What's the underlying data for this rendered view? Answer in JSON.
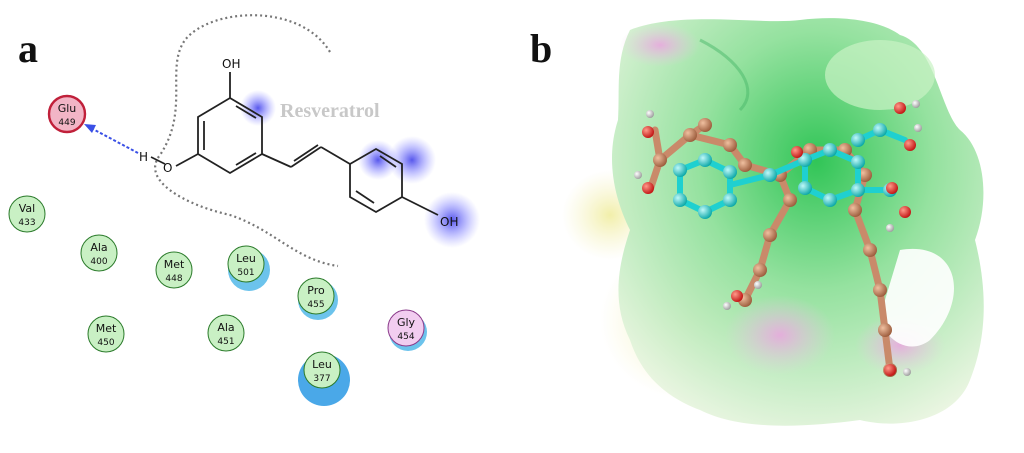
{
  "panels": {
    "a": {
      "letter": "a"
    },
    "b": {
      "letter": "b"
    }
  },
  "ligand": {
    "name": "Resveratrol",
    "atoms": {
      "oh_top": "OH",
      "oh_right": "OH",
      "h_left": "H",
      "o_left": "O"
    }
  },
  "residues": [
    {
      "id": "glu449",
      "code": "Glu",
      "number": "449",
      "type": "charged"
    },
    {
      "id": "val433",
      "code": "Val",
      "number": "433",
      "type": "vdw"
    },
    {
      "id": "ala400",
      "code": "Ala",
      "number": "400",
      "type": "vdw"
    },
    {
      "id": "met448",
      "code": "Met",
      "number": "448",
      "type": "vdw"
    },
    {
      "id": "leu501",
      "code": "Leu",
      "number": "501",
      "type": "vdw-exposed"
    },
    {
      "id": "pro455",
      "code": "Pro",
      "number": "455",
      "type": "vdw-exposed"
    },
    {
      "id": "gly454",
      "code": "Gly",
      "number": "454",
      "type": "polar"
    },
    {
      "id": "met450",
      "code": "Met",
      "number": "450",
      "type": "vdw"
    },
    {
      "id": "ala451",
      "code": "Ala",
      "number": "451",
      "type": "vdw"
    },
    {
      "id": "leu377",
      "code": "Leu",
      "number": "377",
      "type": "vdw-exposed"
    }
  ],
  "colors": {
    "vdw_fill": "#c9f0c4",
    "polar_fill": "#f2cdf0",
    "charged_fill": "#f2b5c6",
    "charged_ring": "#c0203a",
    "exposure_halo": "#6cc3ec",
    "hbond": "#3a50e6",
    "pocket_outline": "#777777",
    "atom_carbon_a": "#c98a6a",
    "atom_carbon_b": "#1fd0d0",
    "atom_oxygen": "#e02020"
  }
}
